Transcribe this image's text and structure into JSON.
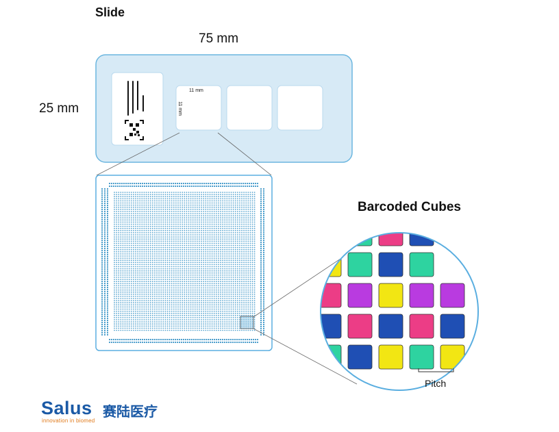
{
  "labels": {
    "slide_title": "Slide",
    "width_dim": "75 mm",
    "height_dim": "25 mm",
    "well_width": "11 mm",
    "well_height": "11 mm",
    "barcoded_title": "Barcoded Cubes",
    "pitch": "Pitch"
  },
  "logo": {
    "word": "Salus",
    "chinese": "赛陆医疗",
    "tagline": "innovation in biomed"
  },
  "colors": {
    "slide_fill": "#d7eaf6",
    "slide_stroke": "#6bb6df",
    "dot_blue": "#3a94c7",
    "logo_blue": "#1b5aa6",
    "logo_orange": "#e07a1b"
  },
  "cube_colors": {
    "B": "#1f4fb4",
    "G": "#2ed3a0",
    "P": "#ec3d86",
    "V": "#b93be0",
    "Y": "#f2e613"
  },
  "cube_grid": [
    [
      "",
      "G",
      "P",
      "B",
      ""
    ],
    [
      "Y",
      "G",
      "B",
      "G",
      ""
    ],
    [
      "P",
      "V",
      "Y",
      "V",
      "V"
    ],
    [
      "B",
      "P",
      "B",
      "P",
      "B"
    ],
    [
      "G",
      "B",
      "Y",
      "G",
      "Y"
    ]
  ]
}
